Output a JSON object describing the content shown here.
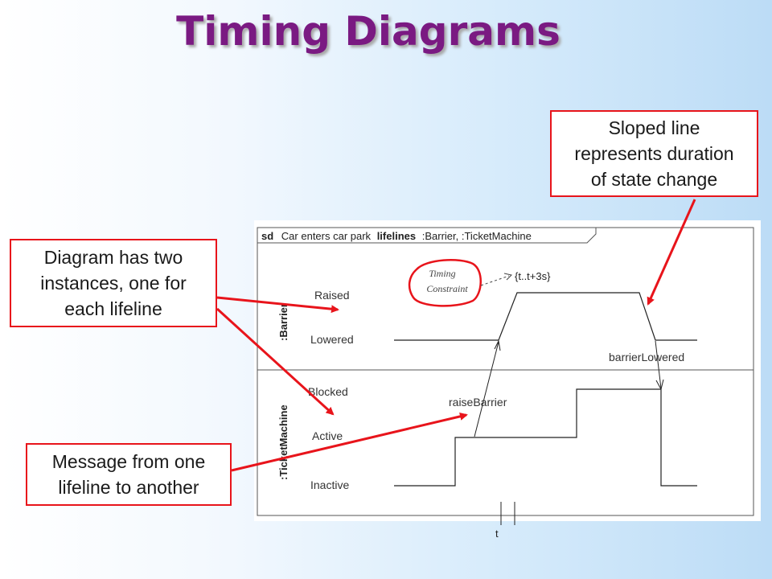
{
  "title": "Timing Diagrams",
  "callouts": {
    "sloped_line": [
      "Sloped line",
      "represents duration",
      "of state change"
    ],
    "two_instances": [
      "Diagram has two",
      "instances, one for",
      "each lifeline"
    ],
    "message": [
      "Message from one",
      "lifeline to another"
    ]
  },
  "frame": {
    "keyword_sd": "sd",
    "name": "Car enters car park",
    "keyword_lifelines": "lifelines",
    "lifeline_list": ":Barrier, :TicketMachine"
  },
  "lifelines": [
    {
      "name": ":Barrier",
      "states": [
        "Raised",
        "Lowered"
      ]
    },
    {
      "name": ":TicketMachine",
      "states": [
        "Blocked",
        "Active",
        "Inactive"
      ]
    }
  ],
  "messages": {
    "raise": "raiseBarrier",
    "lower": "barrierLowered"
  },
  "timing_constraint": {
    "note": [
      "Timing",
      "Constraint"
    ],
    "expression": "{t..t+3s}"
  },
  "time_marker": "t",
  "colors": {
    "title": "#7a1a82",
    "callout_border": "#e8141b",
    "arrow": "#e8141b"
  }
}
